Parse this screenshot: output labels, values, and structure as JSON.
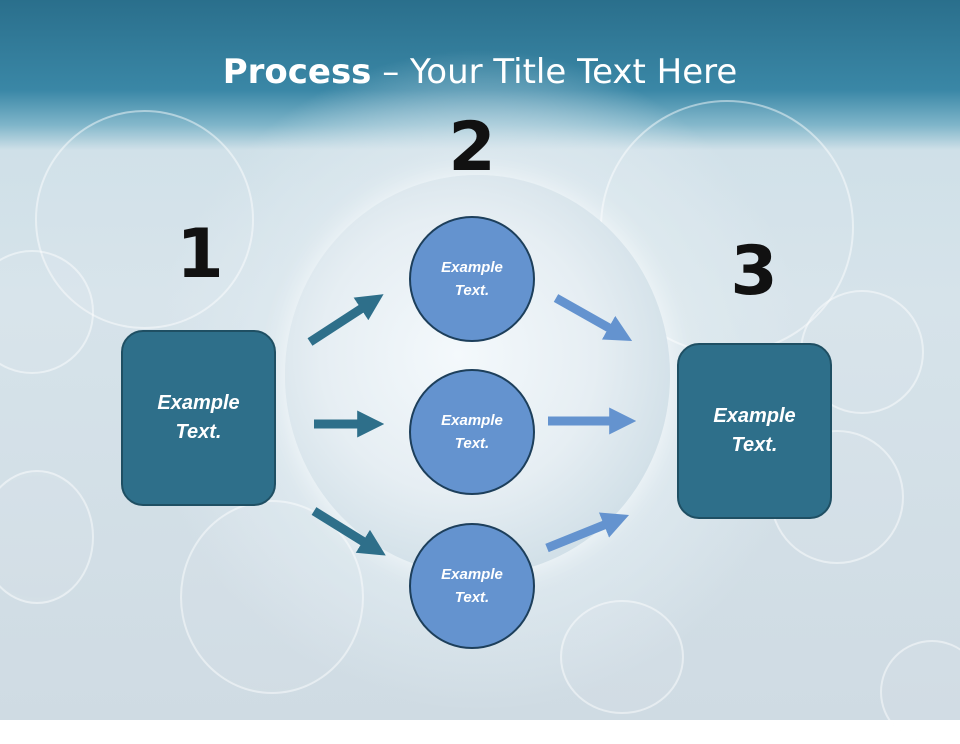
{
  "title": {
    "bold": "Process",
    "rest": " – Your Title Text Here"
  },
  "steps": [
    {
      "number": "1"
    },
    {
      "number": "2"
    },
    {
      "number": "3"
    }
  ],
  "left_box": {
    "text": "Example Text."
  },
  "right_box": {
    "text": "Example Text."
  },
  "circles": [
    {
      "text": "Example Text."
    },
    {
      "text": "Example Text."
    },
    {
      "text": "Example Text."
    }
  ],
  "colors": {
    "box_fill": "#2e6f8a",
    "circle_fill": "#6493cf",
    "arrow_dark": "#2e6f8a",
    "arrow_light": "#6493cf"
  }
}
